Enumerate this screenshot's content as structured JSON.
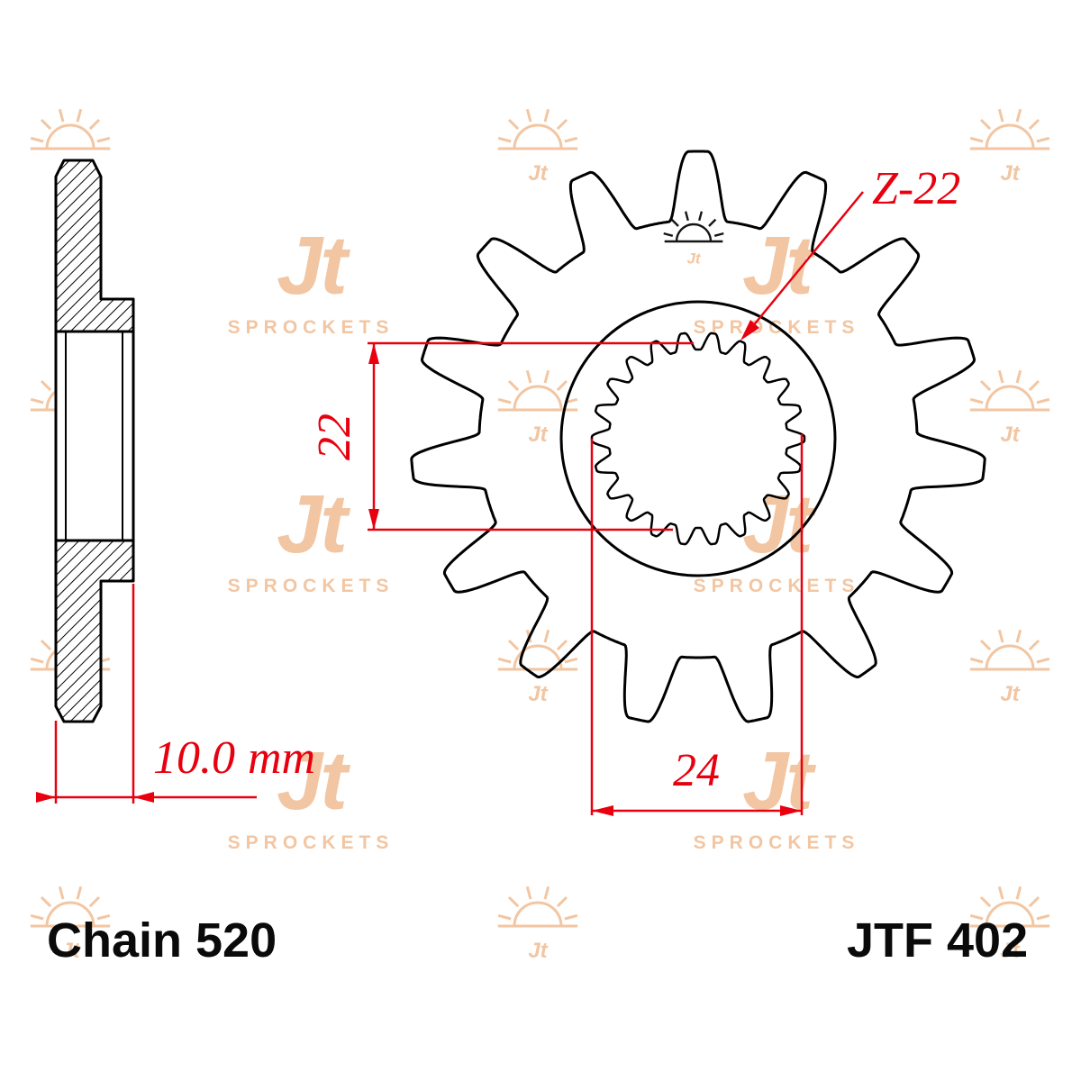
{
  "drawing": {
    "tooth_count_label": "Z-22",
    "bore_dim": "22",
    "spline_dim": "24",
    "width_value": "10.0",
    "width_unit": "mm",
    "chain_label": "Chain 520",
    "part_number": "JTF 402"
  },
  "watermark": {
    "logo_text": "Jt",
    "logo_subtext": "SPROCKETS",
    "color": "#f2c6a2"
  },
  "colors": {
    "outline": "#000000",
    "dimension_red": "#e8000f",
    "background": "#ffffff"
  }
}
